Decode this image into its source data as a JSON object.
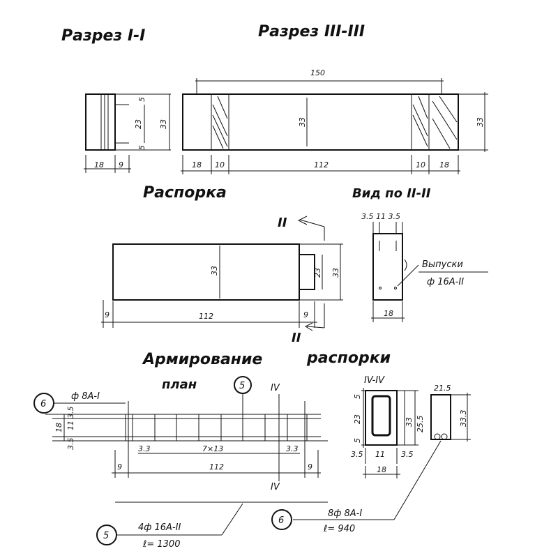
{
  "titles": {
    "section_1": "Разрез I-I",
    "section_3": "Разрез III-III",
    "strut": "Распорка",
    "view_2": "Вид по II-II",
    "reinf_1": "Армирование",
    "reinf_2": "распорки",
    "plan": "план"
  },
  "section_1": {
    "d_23": "23",
    "d_33": "33",
    "d_5a": "5",
    "d_5b": "5",
    "d_18": "18",
    "d_9": "9"
  },
  "section_3": {
    "d_150": "150",
    "d_33": "33",
    "d_33r": "33",
    "d_18a": "18",
    "d_10a": "10",
    "d_112": "112",
    "d_10b": "10",
    "d_18b": "18"
  },
  "strut": {
    "mark_top": "II",
    "mark_bottom": "II",
    "d_33": "33",
    "d_23": "23",
    "d_33r": "33",
    "d_9a": "9",
    "d_112": "112",
    "d_9b": "9"
  },
  "view_2": {
    "top_dims": "3.5 11 3.5",
    "d_18": "18",
    "note_1": "Выпуски",
    "note_2": "ф 16А-II"
  },
  "reinf": {
    "mark_6": "6",
    "rebar_8": "ф 8А-I",
    "mark_5": "5",
    "cut_top": "IV",
    "cut_bottom": "IV",
    "d_18": "18",
    "d_11": "11",
    "d_35a": "3.5",
    "d_35b": "3.5",
    "d_33a": "3.3",
    "d_spacing": "7×13",
    "d_33b": "3.3",
    "d_9a": "9",
    "d_112": "112",
    "d_9b": "9"
  },
  "section_4": {
    "title": "IV-IV",
    "d_5a": "5",
    "d_23": "23",
    "d_5b": "5",
    "d_33": "33",
    "d_255": "25.5",
    "d_35a": "3.5",
    "d_11": "11",
    "d_35b": "3.5",
    "d_18": "18"
  },
  "stirrup": {
    "d_215": "21.5",
    "d_333": "33.3"
  },
  "callouts": {
    "c5_mark": "5",
    "c5_line1": "4ф 16А-II",
    "c5_line2": "ℓ= 1300",
    "c6_mark": "6",
    "c6_line1": "8ф 8А-I",
    "c6_line2": "ℓ= 940"
  }
}
